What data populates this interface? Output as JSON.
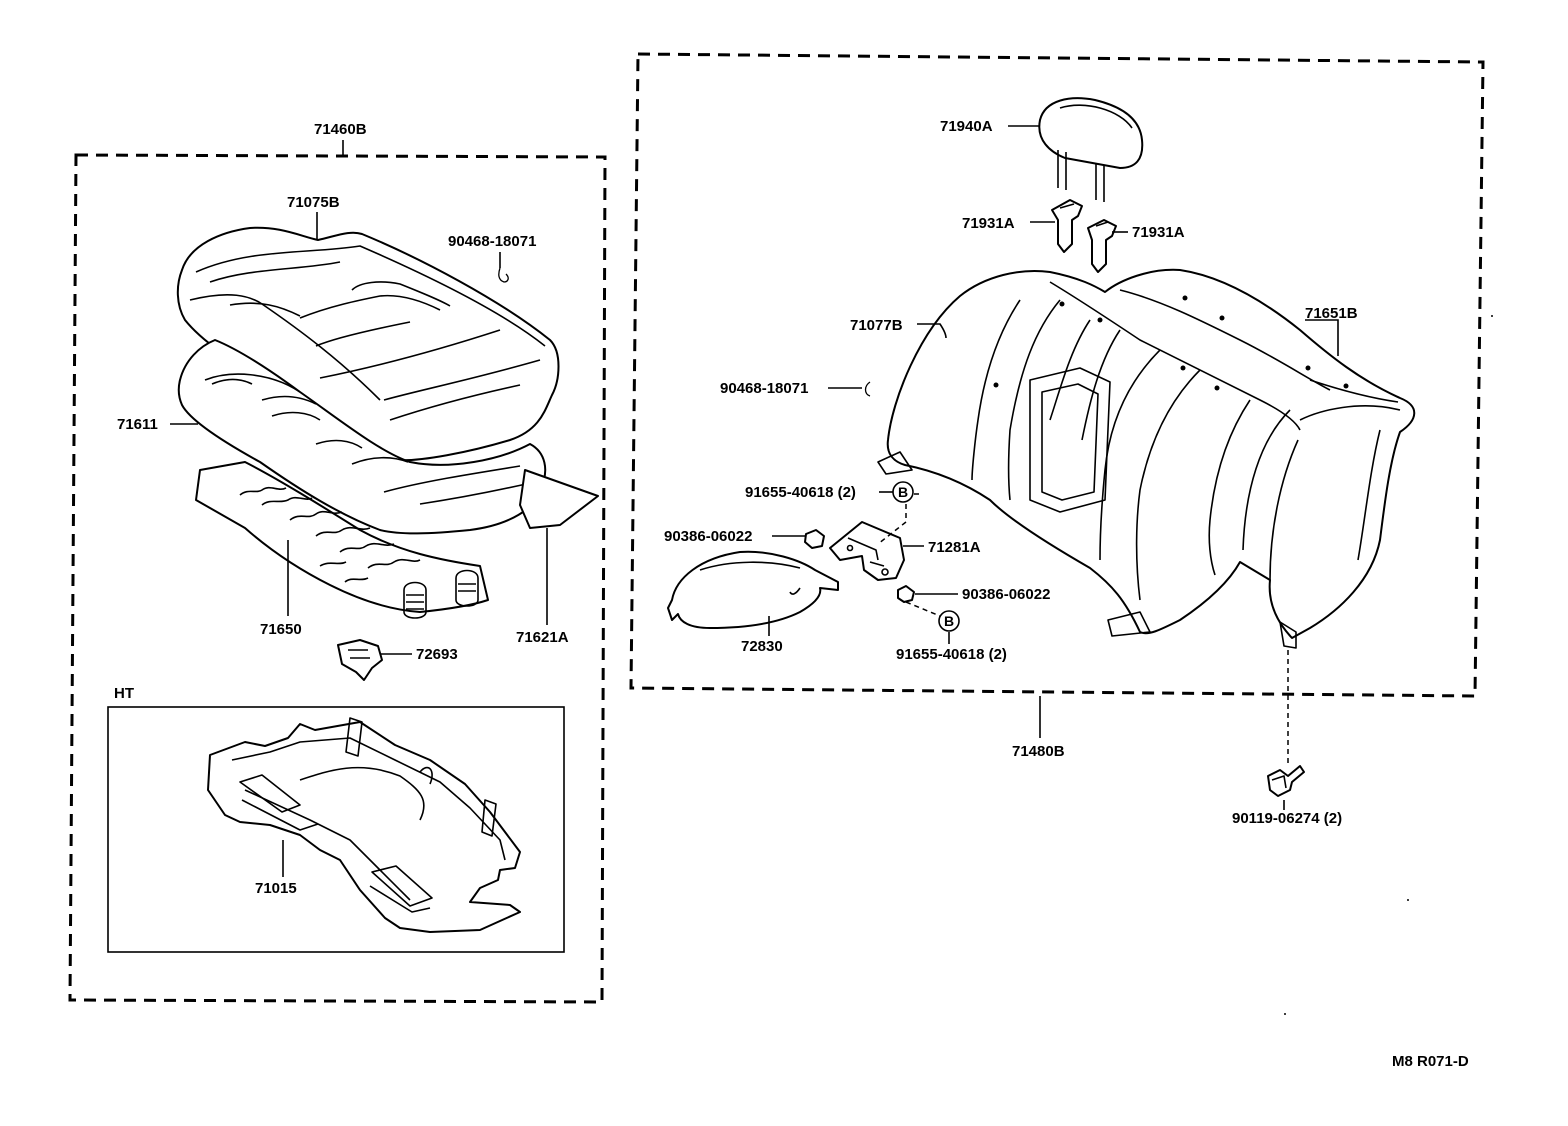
{
  "labels": {
    "assy_left": "71460B",
    "cushion_cover": "71075B",
    "clip_left": "90468-18071",
    "cushion_pad": "71611",
    "cushion_spring": "71650",
    "cushion_pad_b": "71621A",
    "hook": "72693",
    "ht_label": "HT",
    "ht_frame": "71015",
    "headrest": "71940A",
    "support_left": "71931A",
    "support_right": "71931A",
    "back_cover": "71077B",
    "back_pad": "71651B",
    "clip_right": "90468-18071",
    "screw_top": "91655-40618 (2)",
    "nut_left": "90386-06022",
    "bracket": "71281A",
    "nut_right": "90386-06022",
    "armrest": "72830",
    "screw_bottom": "91655-40618 (2)",
    "assy_right": "71480B",
    "bolt": "90119-06274 (2)",
    "circle_b1": "B",
    "circle_b2": "B",
    "drawing_code": "M8 R071-D"
  }
}
